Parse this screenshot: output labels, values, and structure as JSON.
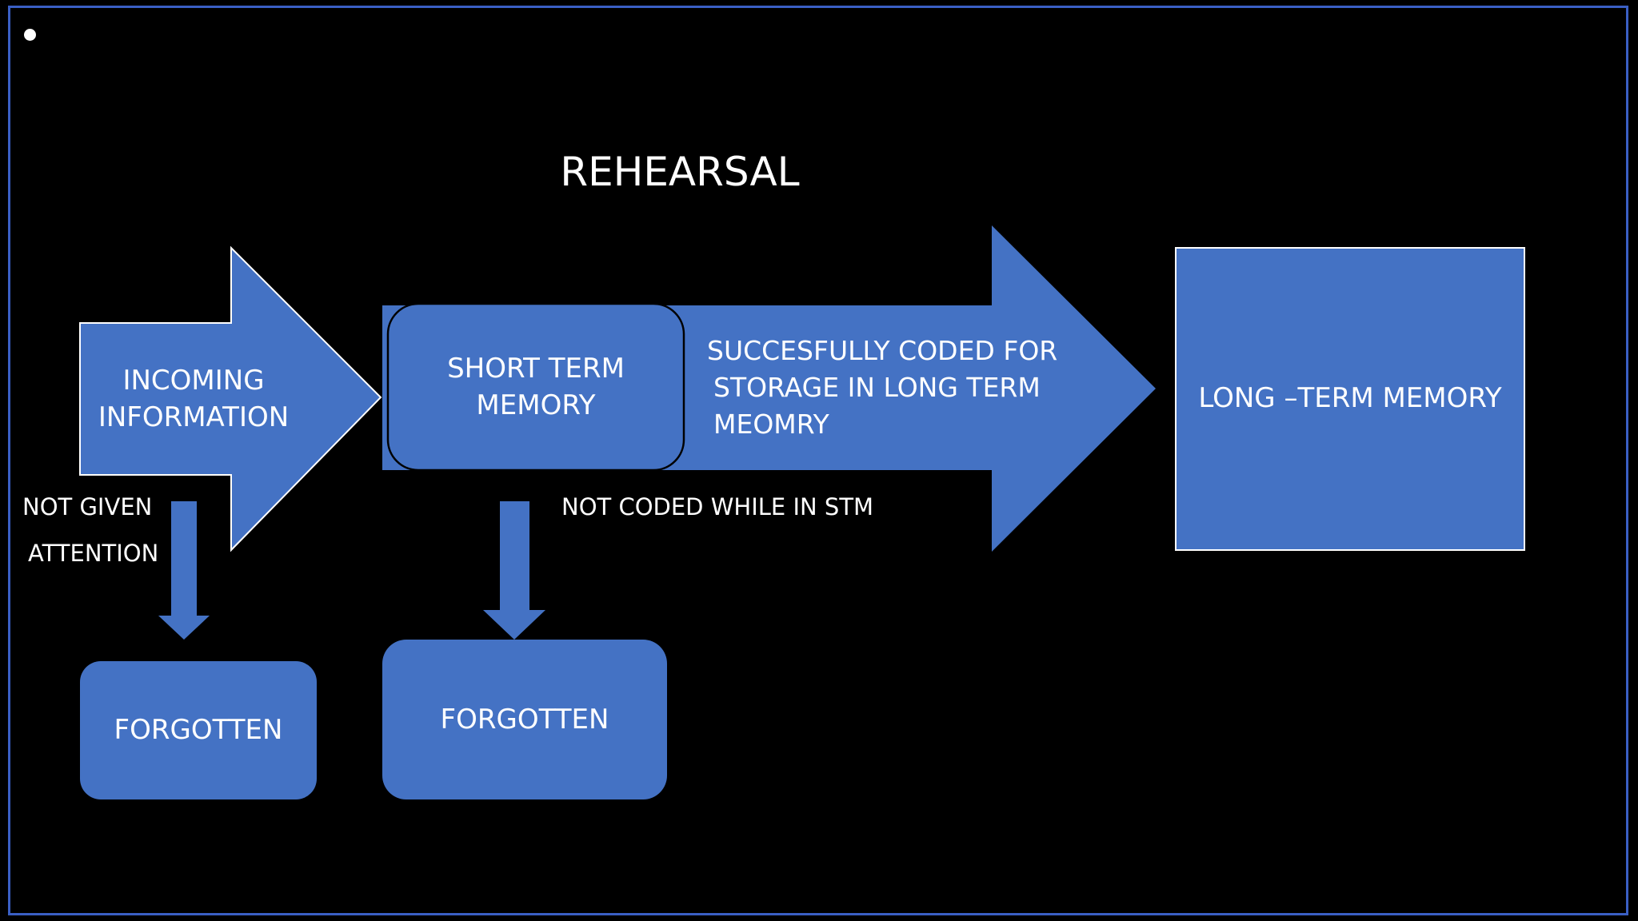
{
  "title": "REHEARSAL",
  "nodes": {
    "incoming_information": [
      "INCOMING",
      "INFORMATION"
    ],
    "short_term_memory": [
      "SHORT TERM",
      "MEMORY"
    ],
    "successfully_coded": [
      "SUCCESFULLY CODED FOR",
      "STORAGE IN LONG TERM",
      "MEOMRY"
    ],
    "long_term_memory": "LONG –TERM MEMORY",
    "forgotten_1": "FORGOTTEN",
    "forgotten_2": "FORGOTTEN"
  },
  "edge_labels": {
    "not_given_attention": [
      "NOT GIVEN",
      "ATTENTION"
    ],
    "not_coded_while_in_stm": "NOT CODED WHILE IN  STM"
  },
  "colors": {
    "background": "#000000",
    "shape_fill": "#4472c4",
    "frame_border": "#3a5fc4",
    "text": "#ffffff"
  }
}
